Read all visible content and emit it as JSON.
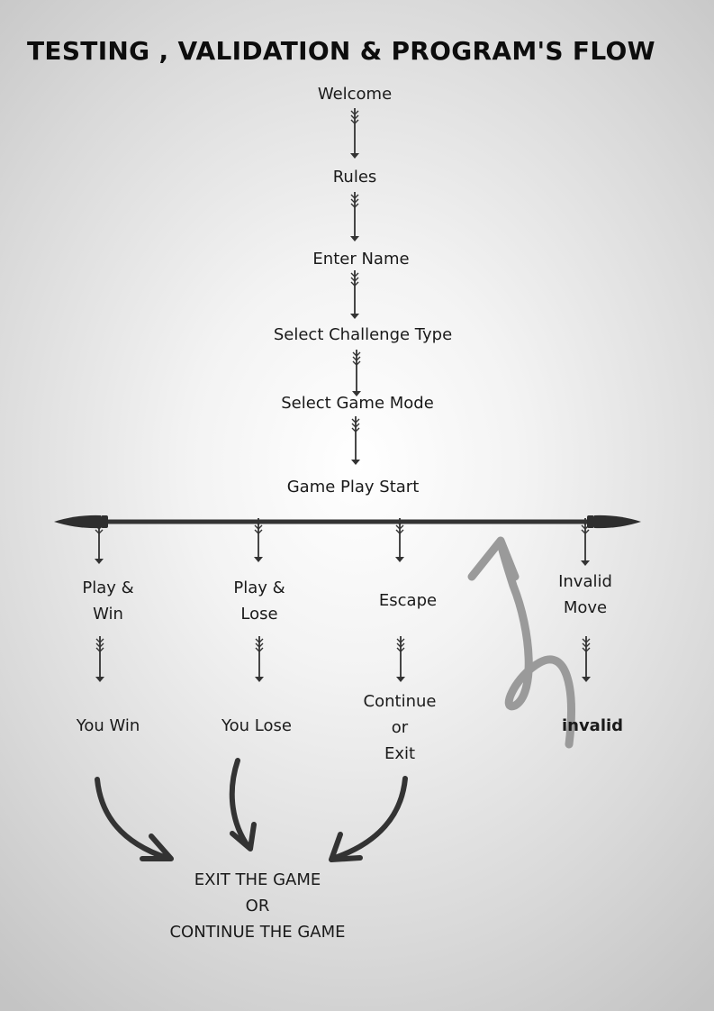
{
  "title": "TESTING  , VALIDATION & PROGRAM'S  FLOW",
  "steps": {
    "welcome": "Welcome",
    "rules": "Rules",
    "enter_name": "Enter Name",
    "select_challenge": "Select Challenge Type",
    "select_mode": "Select Game Mode",
    "game_start": "Game Play Start"
  },
  "branches": {
    "play_win": [
      "Play &",
      "Win"
    ],
    "play_lose": [
      "Play &",
      "Lose"
    ],
    "escape": "Escape",
    "invalid_move": [
      "Invalid",
      "Move"
    ]
  },
  "outcomes": {
    "you_win": "You Win",
    "you_lose": "You Lose",
    "continue_exit": [
      "Continue",
      "or",
      "Exit"
    ],
    "invalid": "invalid"
  },
  "final": [
    "EXIT THE GAME",
    "OR",
    "CONTINUE THE GAME"
  ]
}
